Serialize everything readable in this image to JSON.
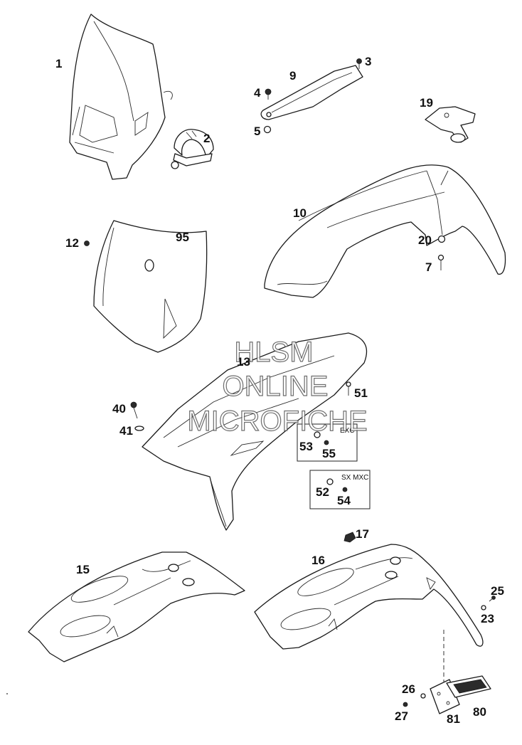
{
  "diagram": {
    "part_labels": {
      "p1": "1",
      "p2": "2",
      "p3": "3",
      "p4": "4",
      "p5": "5",
      "p7": "7",
      "p9": "9",
      "p10": "10",
      "p12": "12",
      "p13": "13",
      "p15": "15",
      "p16": "16",
      "p17": "17",
      "p19": "19",
      "p20": "20",
      "p23": "23",
      "p25": "25",
      "p26": "26",
      "p27": "27",
      "p40": "40",
      "p41": "41",
      "p51": "51",
      "p52": "52",
      "p53": "53",
      "p54": "54",
      "p55": "55",
      "p80": "80",
      "p81": "81",
      "p95": "95"
    },
    "variant_boxes": {
      "exc": "EXC",
      "sx_mxc": "SX MXC"
    },
    "watermark": {
      "line1": "HLSM",
      "line2": "ONLINE",
      "line3": "MICROFICHE"
    }
  }
}
